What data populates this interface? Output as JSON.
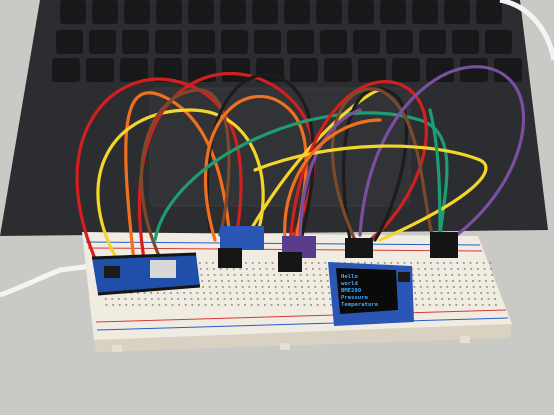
{
  "photo": {
    "subject": "Breadboard electronics prototype with jumper wires and OLED display in front of a laptop keyboard",
    "colors": {
      "laptop": "#2b2d30",
      "keys": "#17181a",
      "breadboard": "#f1ece1",
      "table": "#c9c9c6",
      "oled_text": "#3fa8ff",
      "wire_red": "#d21f1f",
      "wire_orange": "#f0701e",
      "wire_yellow": "#f4d52a",
      "wire_green": "#1f9d72",
      "wire_black": "#1c1c1c",
      "wire_purple": "#7a4fa0",
      "wire_brown": "#7a4a2a"
    }
  },
  "oled": {
    "lines": [
      "Hello",
      "world",
      "BME280",
      "Pressure",
      "Temperature"
    ]
  }
}
